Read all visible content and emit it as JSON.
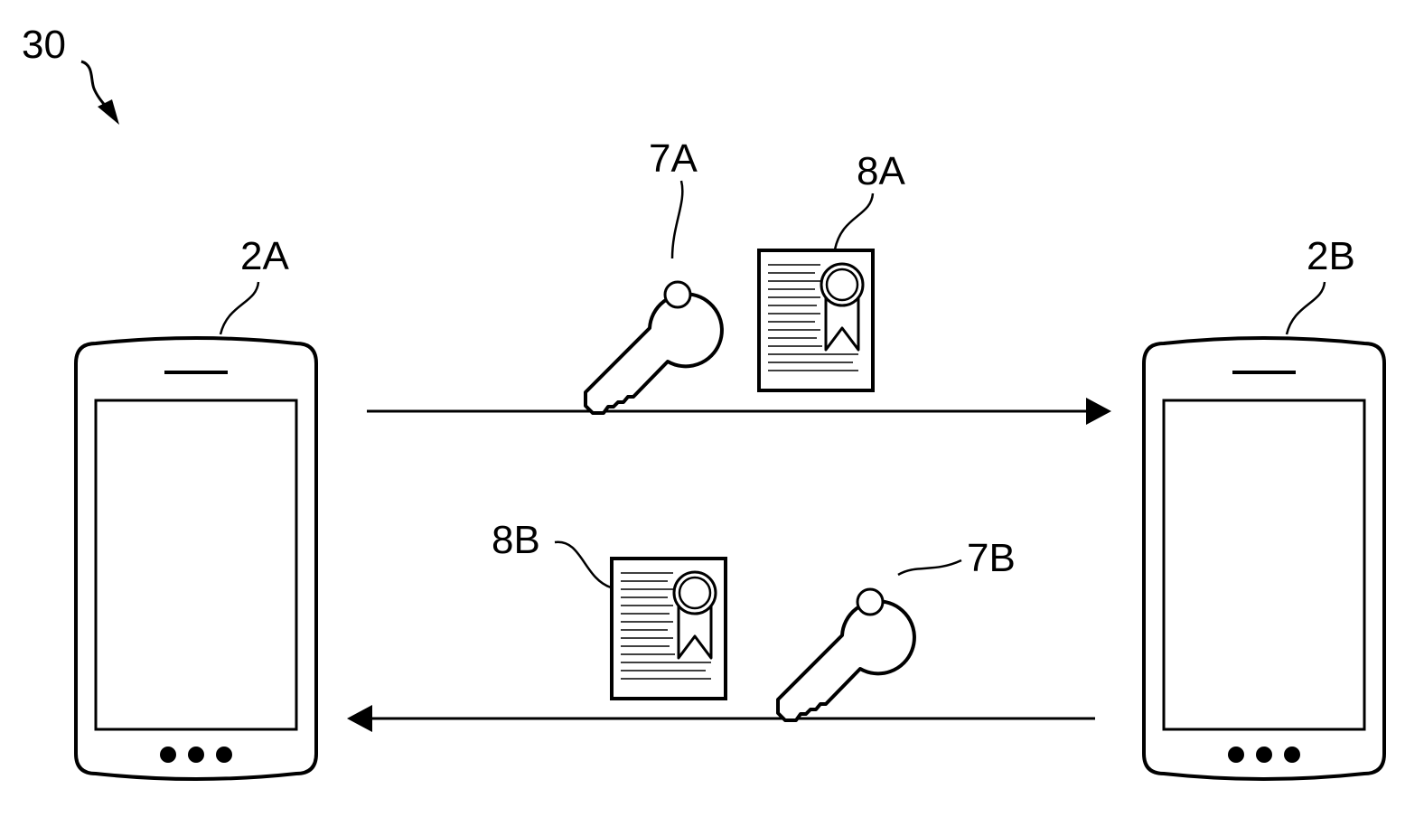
{
  "labels": {
    "system": "30",
    "device_a": "2A",
    "device_b": "2B",
    "key_a": "7A",
    "cert_a": "8A",
    "key_b": "7B",
    "cert_b": "8B"
  },
  "icons": {
    "device": "smartphone-icon",
    "key": "key-icon",
    "certificate": "certificate-icon"
  },
  "colors": {
    "line": "#000000",
    "background": "#ffffff"
  }
}
